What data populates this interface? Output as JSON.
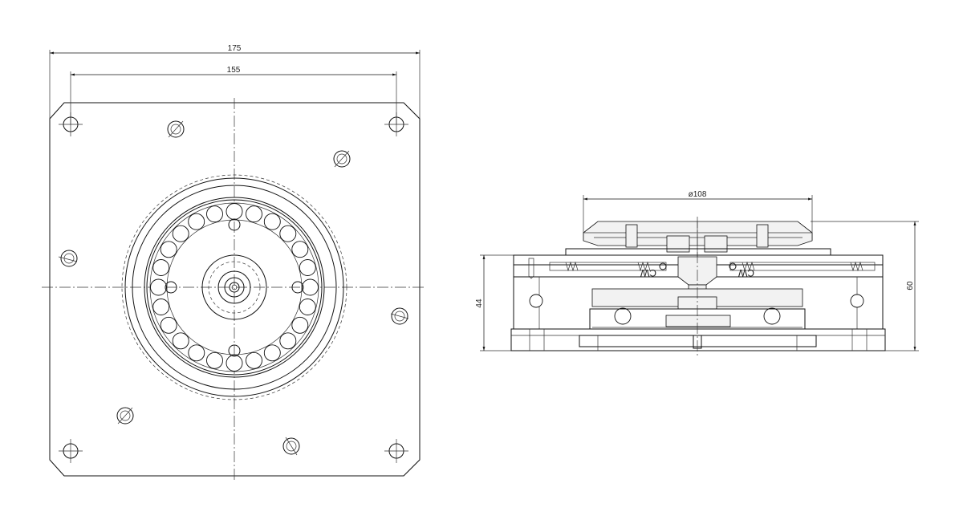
{
  "plan_view": {
    "dim_overall": "175",
    "dim_hole_spacing": "155"
  },
  "side_view": {
    "dim_diameter": "ø108",
    "dim_height_body": "44",
    "dim_height_total": "60",
    "spring_labels": [
      "CW",
      "CW"
    ]
  },
  "colors": {
    "line": "#111111",
    "background": "#ffffff"
  }
}
